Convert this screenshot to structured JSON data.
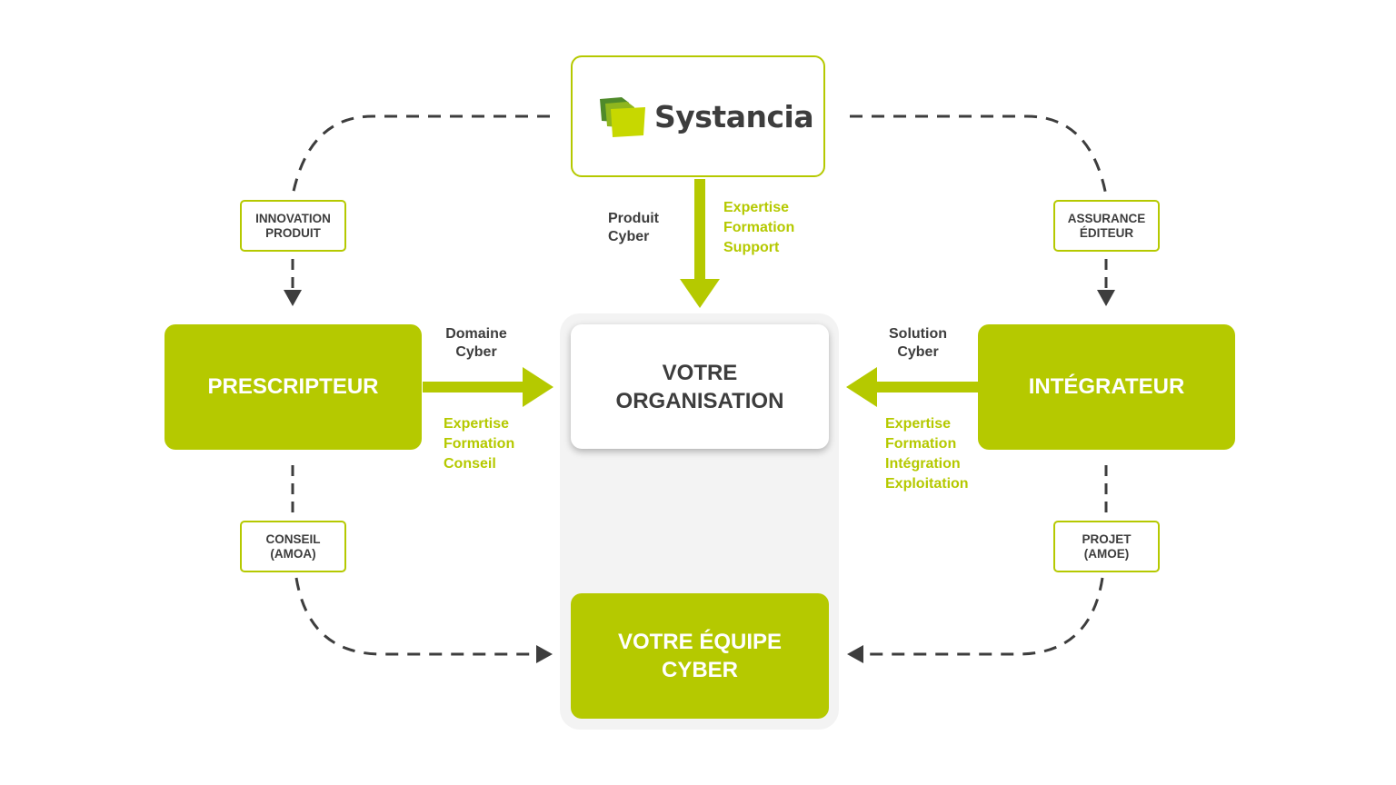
{
  "colors": {
    "accent": "#b5c900",
    "text": "#3d3d3d",
    "dashed": "#3d3d3d",
    "panel": "#f3f3f3"
  },
  "logo": {
    "name": "Systancia",
    "icon": "systancia-folder-logo"
  },
  "nodes": {
    "prescripteur": "PRESCRIPTEUR",
    "integrateur": "INTÉGRATEUR",
    "organisation": [
      "VOTRE",
      "ORGANISATION"
    ],
    "equipe": [
      "VOTRE ÉQUIPE",
      "CYBER"
    ]
  },
  "tags": {
    "innovation": [
      "INNOVATION",
      "PRODUIT"
    ],
    "assurance": [
      "ASSURANCE",
      "ÉDITEUR"
    ],
    "conseil": [
      "CONSEIL",
      "(AMOA)"
    ],
    "projet": [
      "PROJET",
      "(AMOE)"
    ]
  },
  "edges": {
    "systancia_to_org": {
      "dark": [
        "Produit",
        "Cyber"
      ],
      "green": [
        "Expertise",
        "Formation",
        "Support"
      ]
    },
    "prescripteur_to_org": {
      "dark": [
        "Domaine",
        "Cyber"
      ],
      "green": [
        "Expertise",
        "Formation",
        "Conseil"
      ]
    },
    "integrateur_to_org": {
      "dark": [
        "Solution",
        "Cyber"
      ],
      "green": [
        "Expertise",
        "Formation",
        "Intégration",
        "Exploitation"
      ]
    }
  }
}
